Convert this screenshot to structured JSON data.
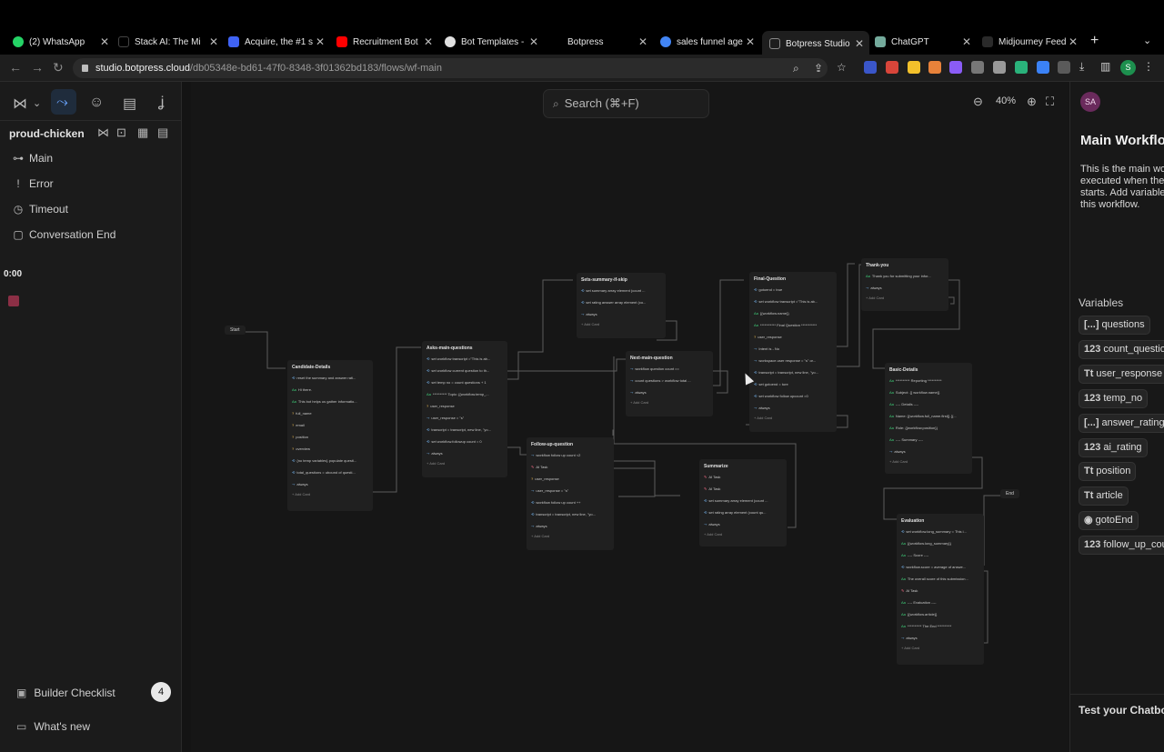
{
  "browser": {
    "tabs": [
      {
        "title": "(2) WhatsApp",
        "color": "#25d366"
      },
      {
        "title": "Stack AI: The Mi",
        "color": "#000000"
      },
      {
        "title": "Acquire, the #1 s",
        "color": "#3f63f5"
      },
      {
        "title": "Recruitment Bot",
        "color": "#ff0000"
      },
      {
        "title": "Bot Templates - ",
        "color": "#ffffff"
      },
      {
        "title": "Botpress",
        "color": "#000000"
      },
      {
        "title": "sales funnel age",
        "color": "#4285f4"
      },
      {
        "title": "Botpress Studio",
        "color": "#000000"
      },
      {
        "title": "ChatGPT",
        "color": "#74aa9c"
      },
      {
        "title": "Midjourney Feed",
        "color": "#000000"
      }
    ],
    "new_tab": "+",
    "url_host": "studio.botpress.cloud",
    "url_path": "/db05348e-bd61-47f0-8348-3f01362bd183/flows/wf-main",
    "profile_initial": "S"
  },
  "sidebar": {
    "bot_name": "proud-chicken",
    "workflows": [
      {
        "label": "Main",
        "icon": "⊶"
      },
      {
        "label": "Error",
        "icon": "!"
      },
      {
        "label": "Timeout",
        "icon": "◷"
      },
      {
        "label": "Conversation End",
        "icon": "▢"
      }
    ],
    "timer": "0:00",
    "builder_checklist": "Builder Checklist",
    "checklist_count": "4",
    "whats_new": "What's new"
  },
  "canvas": {
    "search_placeholder": "Search (⌘+F)",
    "zoom": "40%",
    "start_label": "Start",
    "end_label": "End",
    "add_card": "Add Card",
    "nodes": {
      "candidate_details": {
        "title": "Candidate-Details",
        "cards": [
          "reset the summary and answer rati...",
          "Hi there.",
          "This bot helps us gather informatio...",
          "full_name",
          "email",
          "position",
          "overview",
          "{no temp variables} populate questi...",
          "total_questions = ubound of questi...",
          "always"
        ]
      },
      "asks_main_questions": {
        "title": "Asks-main-questions",
        "cards": [
          "set workflow transcript =\"This is ab...",
          "set workflow current question to th...",
          "set temp no = count questions + 1",
          "********** Topic: {{workflow.temp_...",
          "user_response",
          "user_response = \"s\"",
          "transcript = transcript, new line, \"yo...",
          "set workflow.followup count = 0",
          "always"
        ]
      },
      "sets_summary_if_skip": {
        "title": "Sets-summary-if-skip",
        "cards": [
          "set summary array element (count ...",
          "set rating answer array element (co...",
          "always"
        ]
      },
      "next_main_question": {
        "title": "Next-main-question",
        "cards": [
          "workflow question count ==",
          "count questions > workflow total ...",
          "always"
        ]
      },
      "follow_up_question": {
        "title": "Follow-up-question",
        "cards": [
          "workflow follow up count <2",
          "AI Task",
          "user_response",
          "user_response = \"s\"",
          "workflow follow up count ++",
          "transcript = transcript, new line, \"yo...",
          "always"
        ]
      },
      "summarize": {
        "title": "Summarize",
        "cards": [
          "AI Task",
          "AI Task",
          "set summary array element (count ...",
          "set rating array element (count qu...",
          "always"
        ]
      },
      "final_question": {
        "title": "Final-Question",
        "cards": [
          "gotoend = true",
          "set workflow transcript =\"This is ab...",
          "{{workflow.name}}",
          "*********** Final Question ***********",
          "user_response",
          "Intent is - No",
          "workspace.user response = \"s\" or...",
          "transcript = transcript, new line, \"yo...",
          "set gotoend = ture",
          "set workflow follow upcount =0",
          "always"
        ]
      },
      "thank_you": {
        "title": "Thank-you",
        "cards": [
          "Thank you for submitting your infor...",
          "always"
        ]
      },
      "basic_details": {
        "title": "Basic-Details",
        "cards": [
          "********** Reporting **********",
          "Subject: {{ workflow.name}}",
          "---- Details ----",
          "Name: {{workflow.full_name.first}} {{...",
          "Role: {{workflow.position}}",
          "---- Summary ----",
          "always"
        ]
      },
      "evaluation": {
        "title": "Evaluation",
        "cards": [
          "set workflow.long_summary = This i...",
          "{{workflow.long_summary}}",
          "---- Score ----",
          "workflow.score = average of answe...",
          "The overall score of this submission...",
          "AI Task",
          "---- Evaluation ----",
          "{{workflow.article}}",
          "********** The End **********",
          "always"
        ]
      }
    }
  },
  "panel": {
    "avatar": "SA",
    "title": "Main Workflow",
    "description": "This is the main workflow executed when the bot starts. Add variables here for this workflow.",
    "variables_label": "Variables",
    "variables": [
      {
        "type": "[...]",
        "name": "questions"
      },
      {
        "type": "123",
        "name": "count_questions"
      },
      {
        "type": "Tt",
        "name": "user_response"
      },
      {
        "type": "123",
        "name": "temp_no"
      },
      {
        "type": "[...]",
        "name": "answer_rating"
      },
      {
        "type": "123",
        "name": "ai_rating"
      },
      {
        "type": "Tt",
        "name": "position"
      },
      {
        "type": "Tt",
        "name": "article"
      },
      {
        "type": "◉",
        "name": "gotoEnd"
      },
      {
        "type": "123",
        "name": "follow_up_count"
      }
    ],
    "test_chatbot": "Test your Chatbot"
  }
}
